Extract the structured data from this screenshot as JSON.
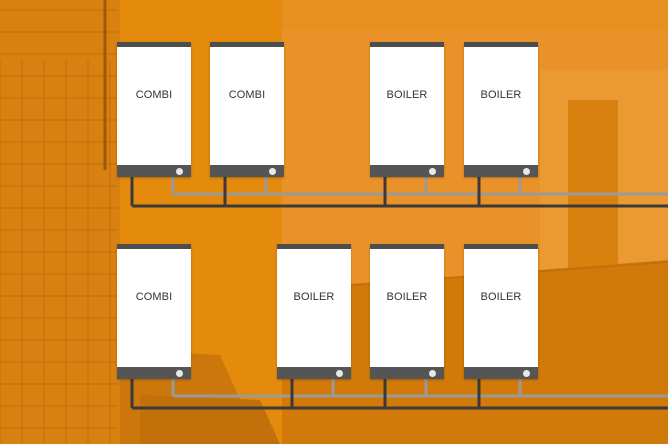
{
  "colors": {
    "background_tint": "#E48A0C",
    "unit_body": "#FFFFFF",
    "unit_trim": "#555555",
    "pipe_dark": "#3A3A3A",
    "pipe_light": "#9A9A9A"
  },
  "rows": [
    {
      "units": [
        {
          "label": "COMBI",
          "type": "combi"
        },
        {
          "label": "COMBI",
          "type": "combi"
        },
        {
          "label": "BOILER",
          "type": "boiler"
        },
        {
          "label": "BOILER",
          "type": "boiler"
        }
      ]
    },
    {
      "units": [
        {
          "label": "COMBI",
          "type": "combi"
        },
        {
          "label": "BOILER",
          "type": "boiler"
        },
        {
          "label": "BOILER",
          "type": "boiler"
        },
        {
          "label": "BOILER",
          "type": "boiler"
        }
      ]
    }
  ]
}
